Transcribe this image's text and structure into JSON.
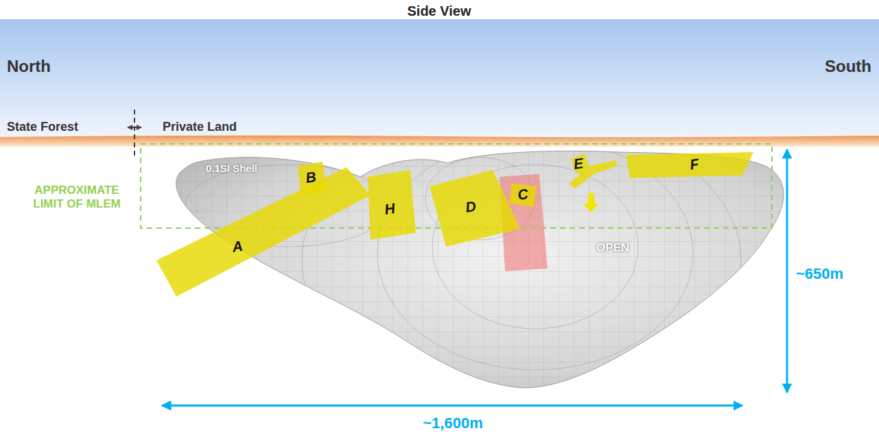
{
  "diagram": {
    "title": "Side View",
    "nodes": [
      {
        "text": [
          "A"
        ]
      },
      {
        "text": [
          "B"
        ]
      },
      {
        "text": [
          "H"
        ]
      },
      {
        "text": [
          "D"
        ]
      },
      {
        "text": [
          "C"
        ]
      },
      {
        "text": [
          "E"
        ]
      },
      {
        "text": [
          "F"
        ]
      }
    ],
    "labels": [
      "North",
      "South",
      "State Forest",
      "Private Land",
      "0.1SI Shell",
      "APPROXIMATE LIMIT OF MLEM",
      "OPEN",
      "~650m",
      "~1,600m"
    ]
  }
}
